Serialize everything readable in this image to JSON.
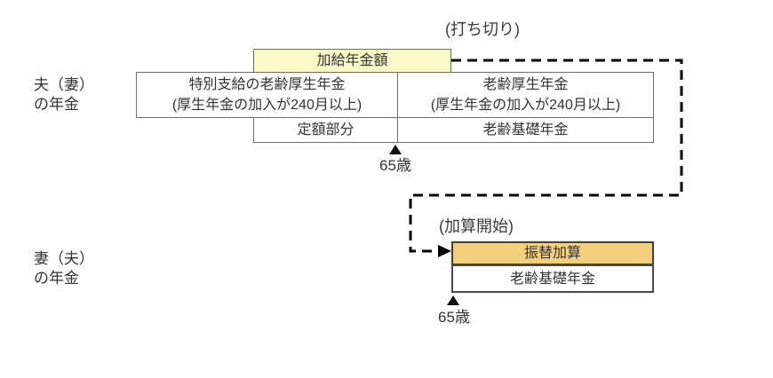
{
  "colors": {
    "background": "#ffffff",
    "pale_yellow_fill": "#FAFAC9",
    "gold_fill": "#F3D07E",
    "cell_border": "#6e6e6e",
    "dark_border": "#4a4a4a",
    "text": "#333333",
    "connector": "#000000"
  },
  "labels": {
    "husband_line1": "夫（妻）",
    "husband_line2": "の年金",
    "wife_line1": "妻（夫）",
    "wife_line2": "の年金"
  },
  "notes": {
    "cutoff": "(打ち切り)",
    "addition_start": "(加算開始)"
  },
  "husband_timeline": {
    "additional_allowance": "加給年金額",
    "special_employee_pension_line1": "特別支給の老齢厚生年金",
    "special_employee_pension_line2": "(厚生年金の加入が240月以上)",
    "employee_pension_line1": "老齢厚生年金",
    "employee_pension_line2": "(厚生年金の加入が240月以上)",
    "fixed_amount_part": "定額部分",
    "basic_pension": "老齢基礎年金",
    "age_marker": "65歳"
  },
  "wife_timeline": {
    "transfer_addition": "振替加算",
    "basic_pension": "老齢基礎年金",
    "age_marker": "65歳"
  }
}
